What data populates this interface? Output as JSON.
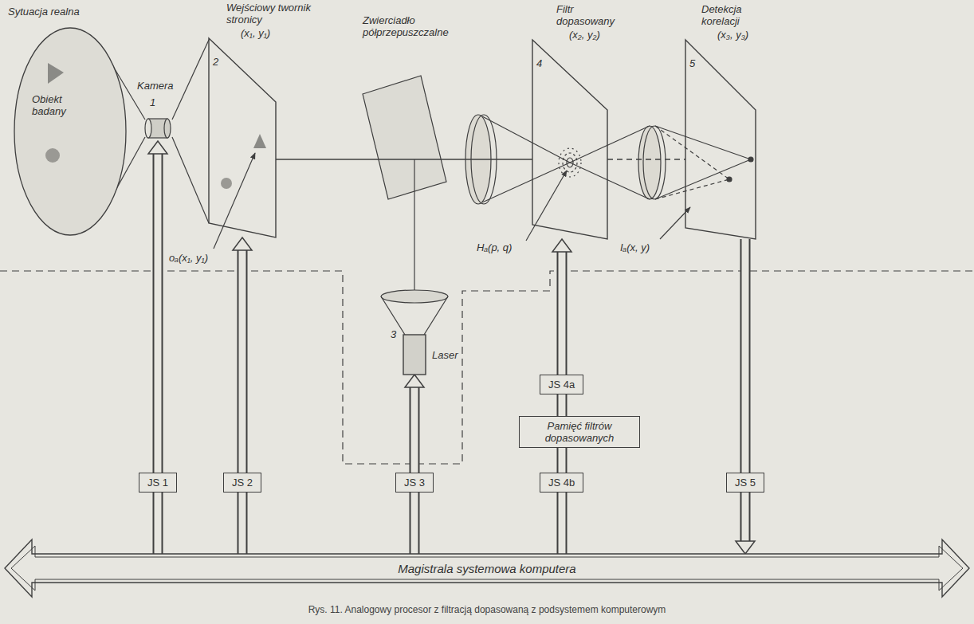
{
  "diagram": {
    "caption": "Rys. 11. Analogowy procesor z filtracją dopasowaną z podsystemem komputerowym",
    "nodes": [
      {
        "text": [
          "Sytuacja realna",
          "Obiekt badany"
        ]
      },
      {
        "text": [
          "Kamera",
          "1"
        ]
      },
      {
        "text": [
          "Wejściowy twornik stronicy",
          "(x₁, y₁)",
          "2"
        ]
      },
      {
        "text": [
          "3",
          "Laser"
        ]
      },
      {
        "text": [
          "Filtr dopasowany",
          "(x₂, y₂)",
          "4"
        ]
      },
      {
        "text": [
          "Detekcja korelacji",
          "(x₃, y₃)",
          "5"
        ]
      },
      {
        "text": [
          "JS 1"
        ]
      },
      {
        "text": [
          "JS 2"
        ]
      },
      {
        "text": [
          "JS 3"
        ]
      },
      {
        "text": [
          "JS 4a"
        ]
      },
      {
        "text": [
          "Pamięć filtrów dopasowanych"
        ]
      },
      {
        "text": [
          "JS 4b"
        ]
      },
      {
        "text": [
          "JS 5"
        ]
      },
      {
        "text": [
          "Magistrala systemowa komputera"
        ]
      }
    ],
    "edges": [
      {
        "from": 6,
        "to": 1,
        "arrow": "to"
      },
      {
        "from": 13,
        "to": 6,
        "arrow": "none"
      },
      {
        "from": 7,
        "to": 2,
        "arrow": "to"
      },
      {
        "from": 13,
        "to": 7,
        "arrow": "none"
      },
      {
        "from": 8,
        "to": 3,
        "arrow": "to"
      },
      {
        "from": 13,
        "to": 8,
        "arrow": "none"
      },
      {
        "from": 9,
        "to": 4,
        "arrow": "to"
      },
      {
        "from": 10,
        "to": 9,
        "arrow": "none"
      },
      {
        "from": 11,
        "to": 10,
        "arrow": "none"
      },
      {
        "from": 13,
        "to": 11,
        "arrow": "none"
      },
      {
        "from": 5,
        "to": 12,
        "arrow": "none"
      },
      {
        "from": 12,
        "to": 13,
        "arrow": "to"
      },
      {
        "from": 2,
        "to": 4,
        "arrow": "none"
      },
      {
        "from": 4,
        "to": 5,
        "arrow": "none"
      }
    ],
    "labels": [
      "Zwierciadło półprzepuszczalne",
      "oₐ(x₁, y₁)",
      "Hₐ(p, q)",
      "Iₐ(x, y)"
    ]
  }
}
